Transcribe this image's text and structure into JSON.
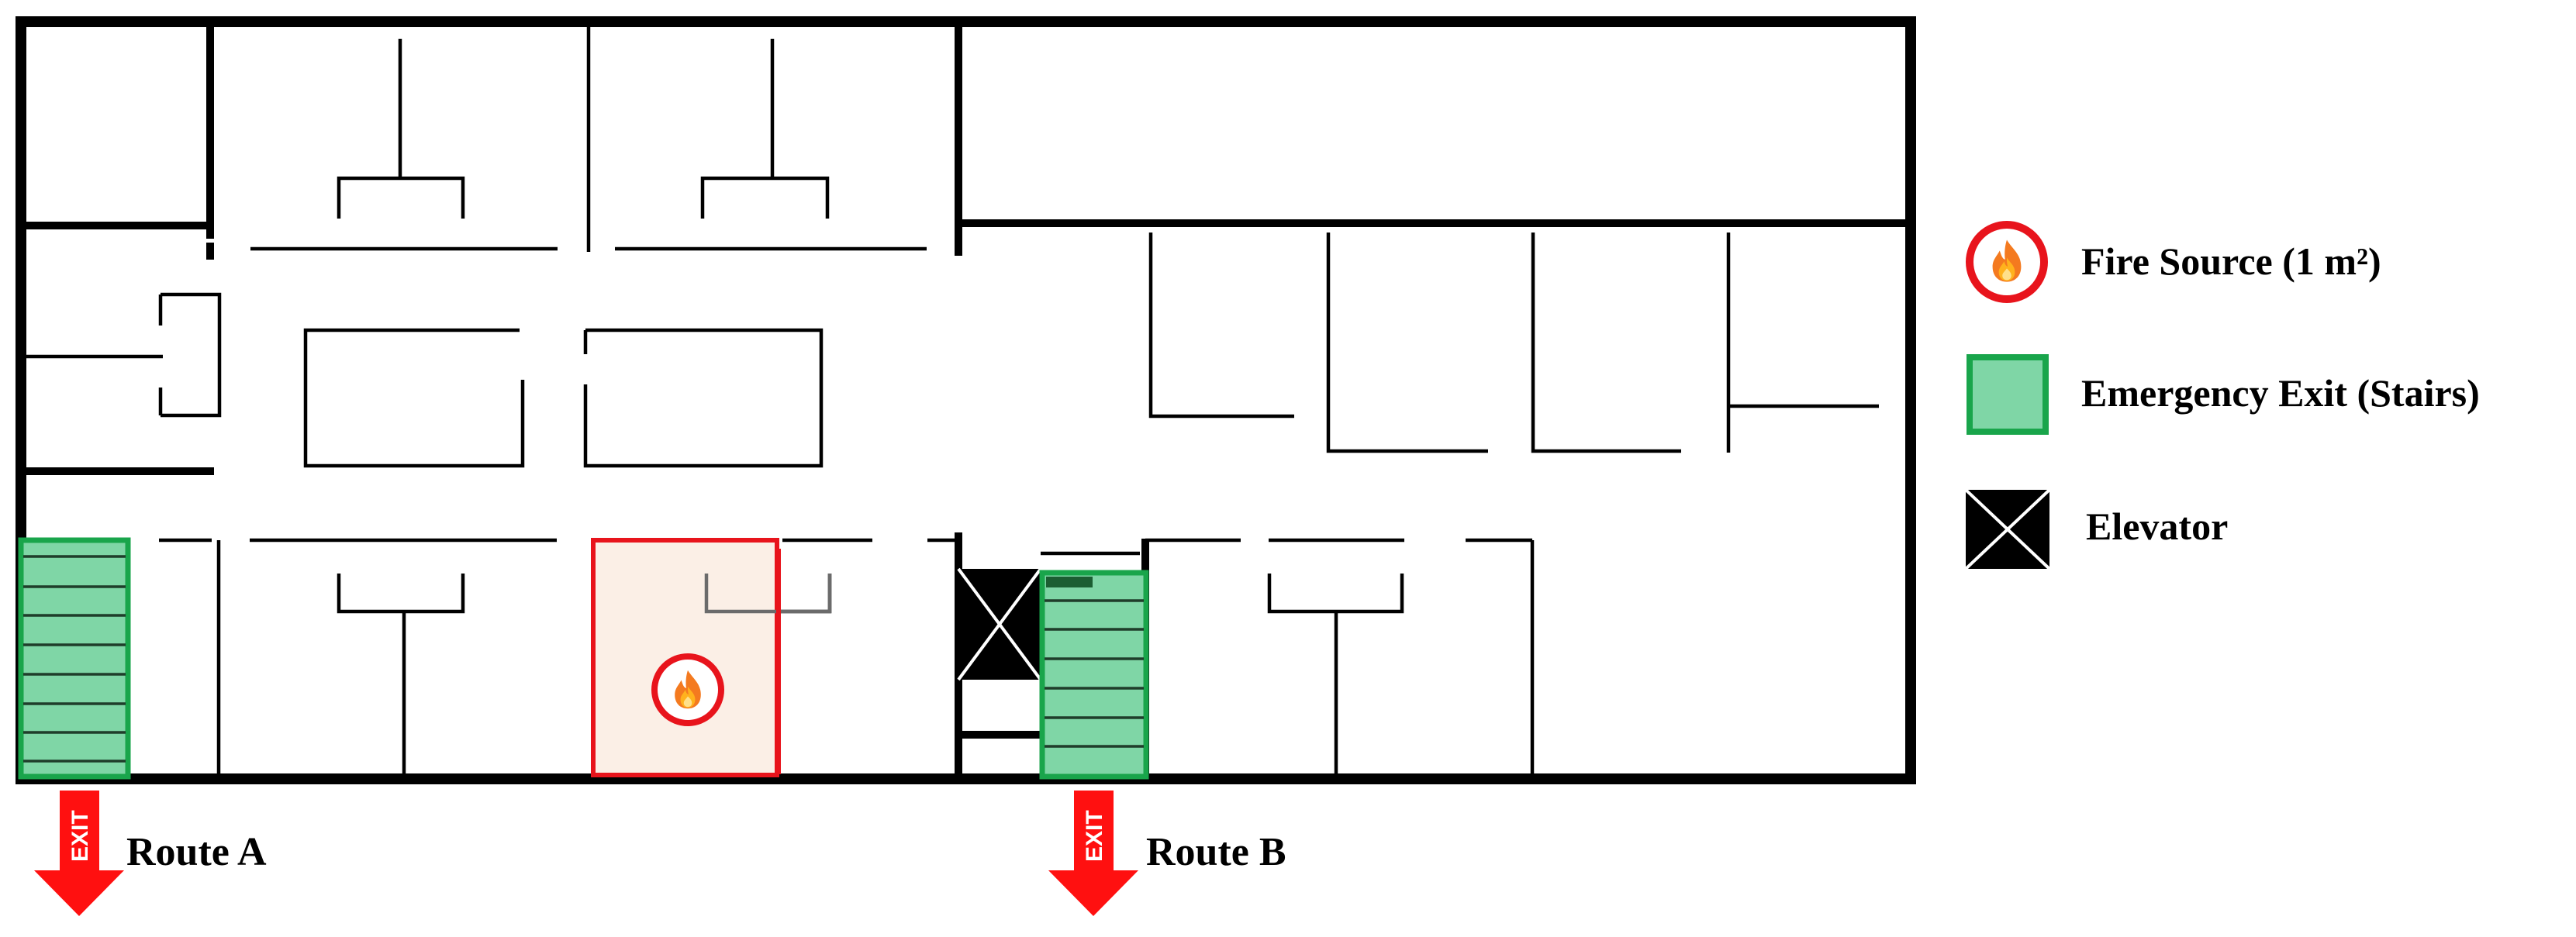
{
  "legend": {
    "fire_source": "Fire Source (1 m²)",
    "emergency_exit": "Emergency Exit (Stairs)",
    "elevator": "Elevator"
  },
  "routes": {
    "route_a": "Route A",
    "route_b": "Route B"
  },
  "exit_sign": "EXIT",
  "icons": {
    "fire": "flame-icon",
    "stairs": "stairs-icon",
    "elevator": "elevator-x-icon",
    "exit": "exit-arrow-icon"
  },
  "colors": {
    "fire_red": "#e8141c",
    "fire_room_fill": "#fbefe6",
    "stairs_fill": "#7fd6a6",
    "stairs_stroke": "#19a54b",
    "walls": "#000000",
    "exit_red": "#ff0000"
  }
}
